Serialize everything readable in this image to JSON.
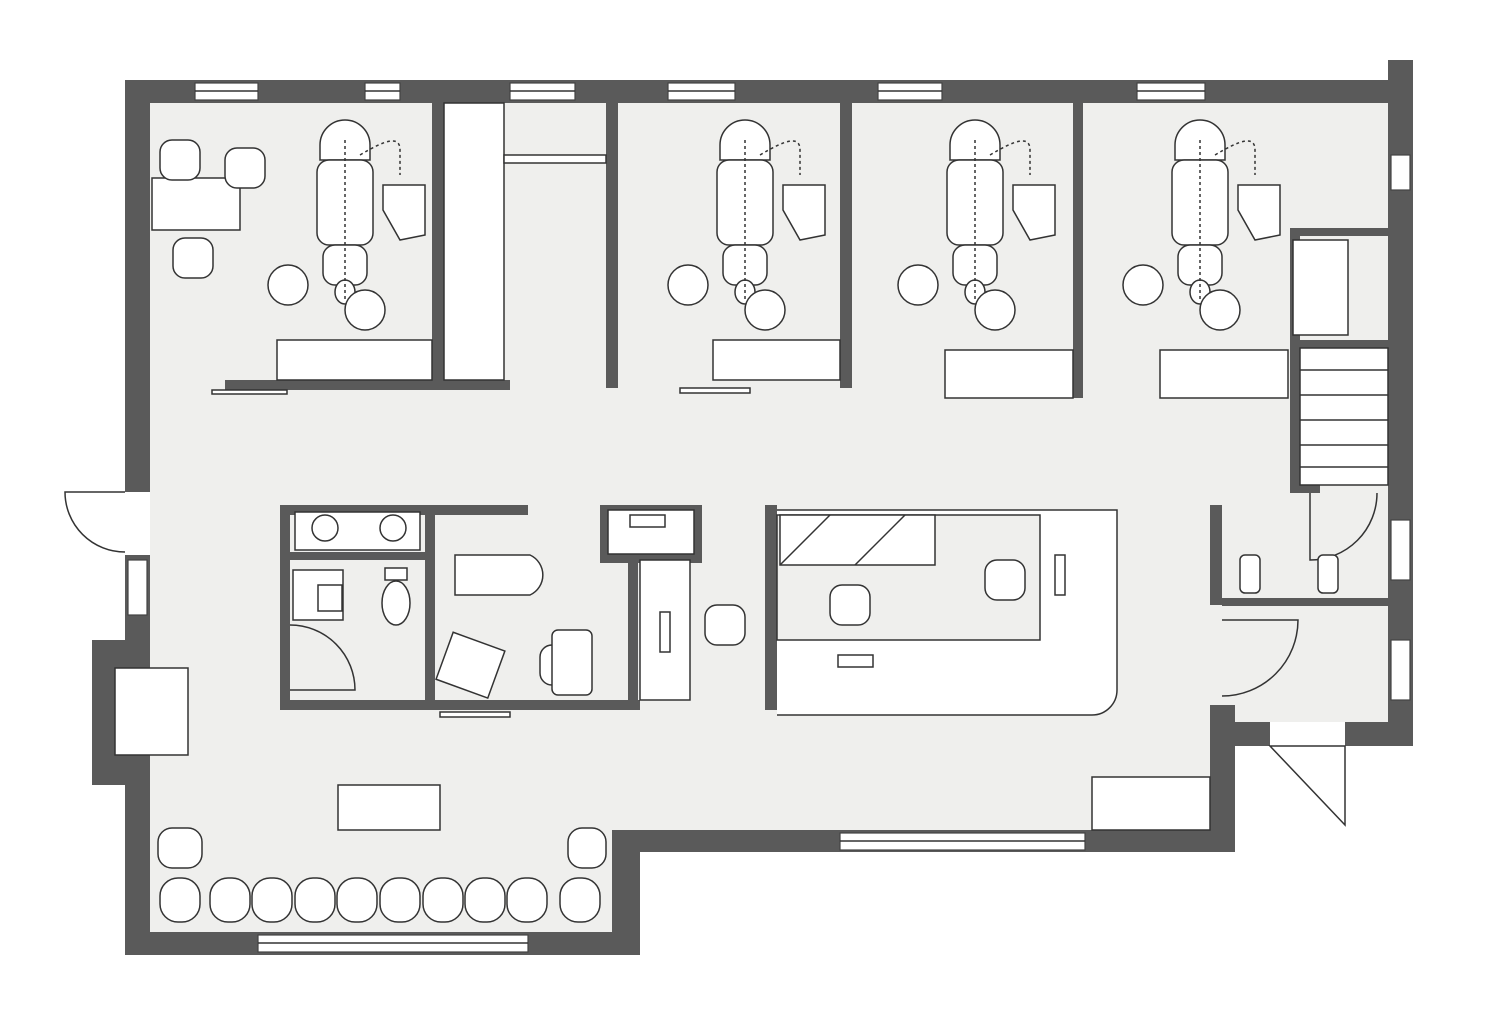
{
  "plan": {
    "colors": {
      "wall": "#5a5a5a",
      "floor": "#efefed",
      "furniture": "#ffffff",
      "line": "#333333"
    },
    "rooms": [
      "treatment-room-1",
      "sterilization",
      "treatment-room-2",
      "treatment-room-3",
      "treatment-room-4",
      "staircase",
      "restrooms",
      "x-ray-room",
      "office",
      "reception",
      "entrance",
      "waiting-area"
    ]
  }
}
